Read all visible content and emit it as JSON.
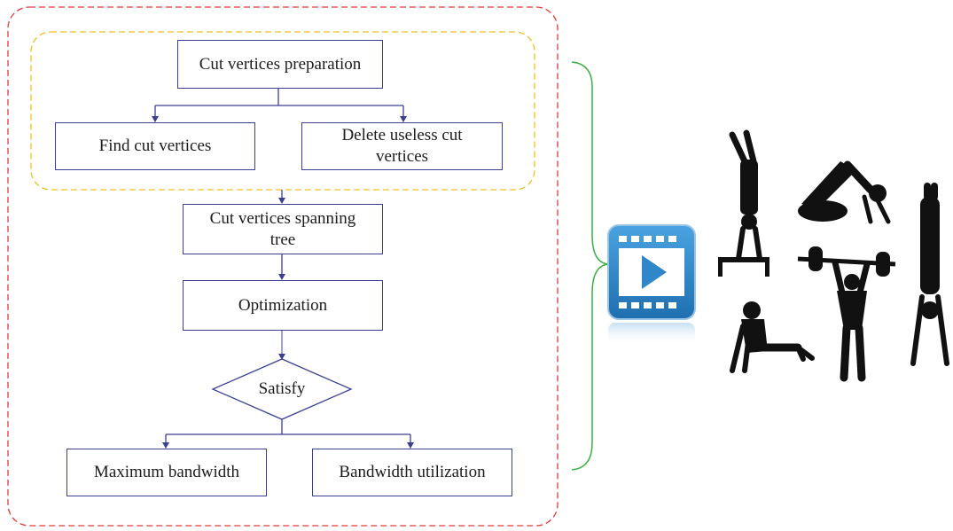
{
  "flowchart": {
    "preparation": "Cut vertices preparation",
    "find": "Find cut vertices",
    "delete": "Delete useless cut vertices",
    "spanning_tree": "Cut vertices spanning tree",
    "optimization": "Optimization",
    "decision": "Satisfy",
    "max_bandwidth": "Maximum bandwidth",
    "utilization": "Bandwidth utilization"
  },
  "colors": {
    "outer_border": "#e03b3b",
    "inner_border": "#f0c020",
    "box_border": "#3b3f93",
    "bracket": "#3cb043",
    "video_icon": "#2f86c8",
    "silhouette": "#111111"
  },
  "icons": [
    "video-player-icon",
    "handstand-parallettes-silhouette",
    "pike-pushup-silhouette",
    "barbell-overhead-press-silhouette",
    "pushup-silhouette",
    "handstand-silhouette"
  ]
}
